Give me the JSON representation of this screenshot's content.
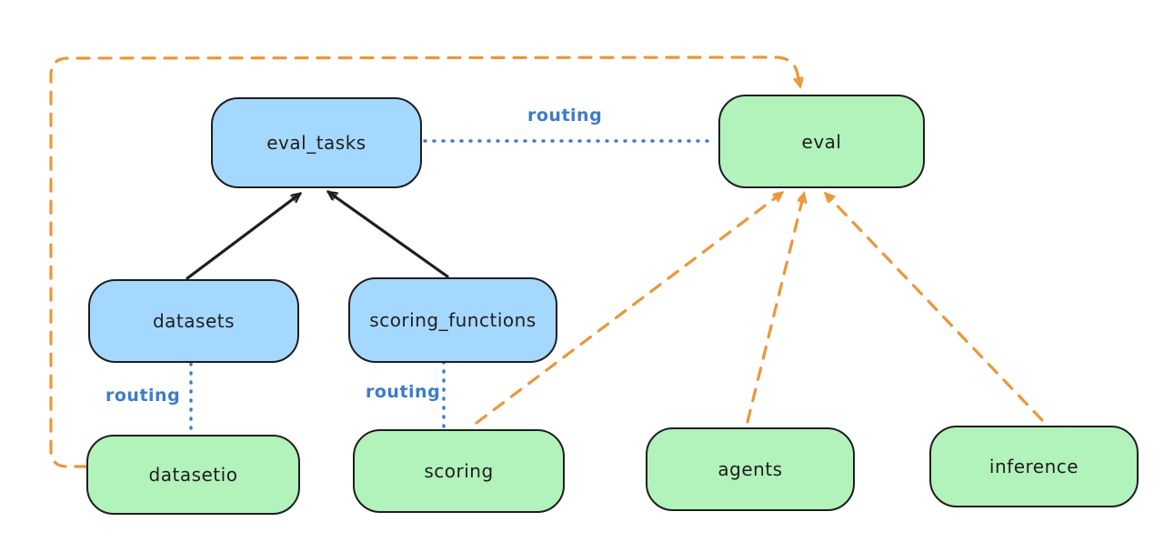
{
  "diagram": {
    "colors": {
      "node_blue_fill": "#a5d8ff",
      "node_green_fill": "#b2f2bb",
      "node_border": "#1e1e1e",
      "routing_blue": "#3d7cc9",
      "orange_dashed": "#ea973b",
      "black_arrow": "#1e1e1e",
      "background": "#ffffff"
    },
    "nodes": [
      {
        "id": "eval_tasks",
        "label": "eval_tasks",
        "color": "blue"
      },
      {
        "id": "eval",
        "label": "eval",
        "color": "green"
      },
      {
        "id": "datasets",
        "label": "datasets",
        "color": "blue"
      },
      {
        "id": "scoring_functions",
        "label": "scoring_functions",
        "color": "blue"
      },
      {
        "id": "datasetio",
        "label": "datasetio",
        "color": "green"
      },
      {
        "id": "scoring",
        "label": "scoring",
        "color": "green"
      },
      {
        "id": "agents",
        "label": "agents",
        "color": "green"
      },
      {
        "id": "inference",
        "label": "inference",
        "color": "green"
      }
    ],
    "edge_labels": {
      "routing": "routing"
    },
    "edges": [
      {
        "from": "datasets",
        "to": "eval_tasks",
        "style": "solid-black-arrow"
      },
      {
        "from": "scoring_functions",
        "to": "eval_tasks",
        "style": "solid-black-arrow"
      },
      {
        "from": "eval_tasks",
        "to": "eval",
        "style": "dotted-blue",
        "label": "routing"
      },
      {
        "from": "datasets",
        "to": "datasetio",
        "style": "dotted-blue",
        "label": "routing"
      },
      {
        "from": "scoring_functions",
        "to": "scoring",
        "style": "dotted-blue",
        "label": "routing"
      },
      {
        "from": "datasetio",
        "to": "eval",
        "style": "dashed-orange-arrow"
      },
      {
        "from": "scoring",
        "to": "eval",
        "style": "dashed-orange-arrow"
      },
      {
        "from": "agents",
        "to": "eval",
        "style": "dashed-orange-arrow"
      },
      {
        "from": "inference",
        "to": "eval",
        "style": "dashed-orange-arrow"
      }
    ]
  }
}
